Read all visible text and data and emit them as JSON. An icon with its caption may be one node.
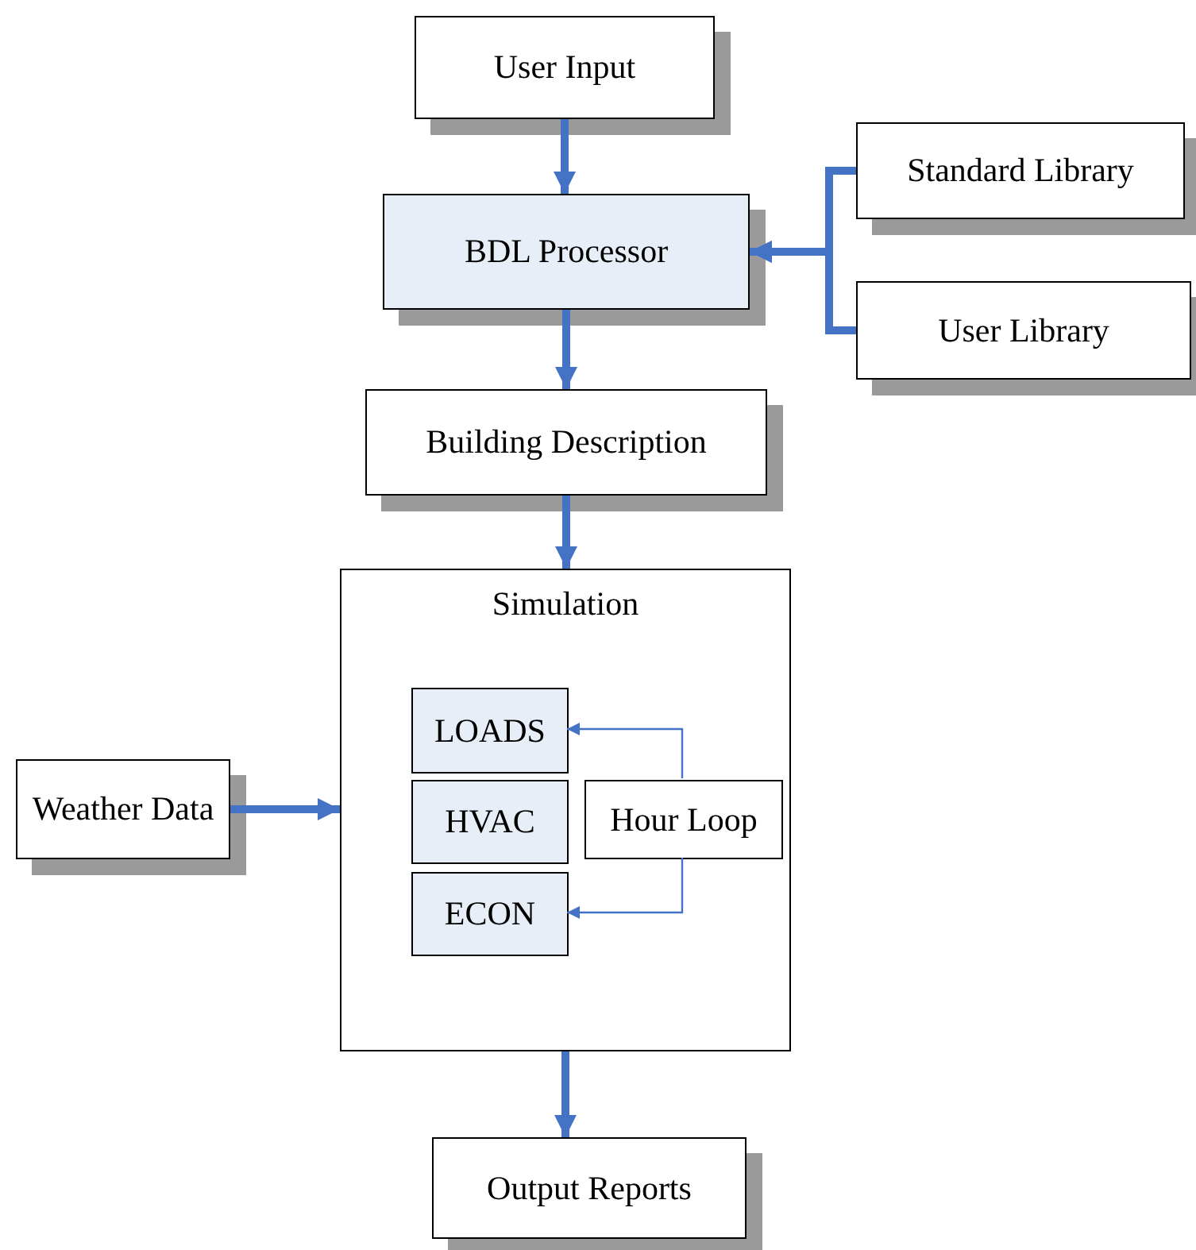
{
  "diagram": {
    "nodes": [
      {
        "text": [
          "User Input"
        ]
      },
      {
        "text": [
          "BDL Processor"
        ]
      },
      {
        "text": [
          "Standard Library"
        ]
      },
      {
        "text": [
          "User Library"
        ]
      },
      {
        "text": [
          "Building Description"
        ]
      },
      {
        "text": [
          "Simulation"
        ]
      },
      {
        "text": [
          "LOADS"
        ],
        "in": 5
      },
      {
        "text": [
          "HVAC"
        ],
        "in": 5
      },
      {
        "text": [
          "ECON"
        ],
        "in": 5
      },
      {
        "text": [
          "Hour Loop"
        ],
        "in": 5
      },
      {
        "text": [
          "Weather Data"
        ]
      },
      {
        "text": [
          "Output Reports"
        ]
      }
    ],
    "edges": [
      {
        "from": 0,
        "to": 1,
        "arrow": "to"
      },
      {
        "from": 2,
        "to": 1,
        "arrow": "to"
      },
      {
        "from": 3,
        "to": 1,
        "arrow": "to"
      },
      {
        "from": 1,
        "to": 4,
        "arrow": "to"
      },
      {
        "from": 4,
        "to": 5,
        "arrow": "to"
      },
      {
        "from": 10,
        "to": 5,
        "arrow": "to"
      },
      {
        "from": 9,
        "to": 6,
        "arrow": "to"
      },
      {
        "from": 9,
        "to": 8,
        "arrow": "to"
      },
      {
        "from": 5,
        "to": 11,
        "arrow": "to"
      }
    ]
  }
}
